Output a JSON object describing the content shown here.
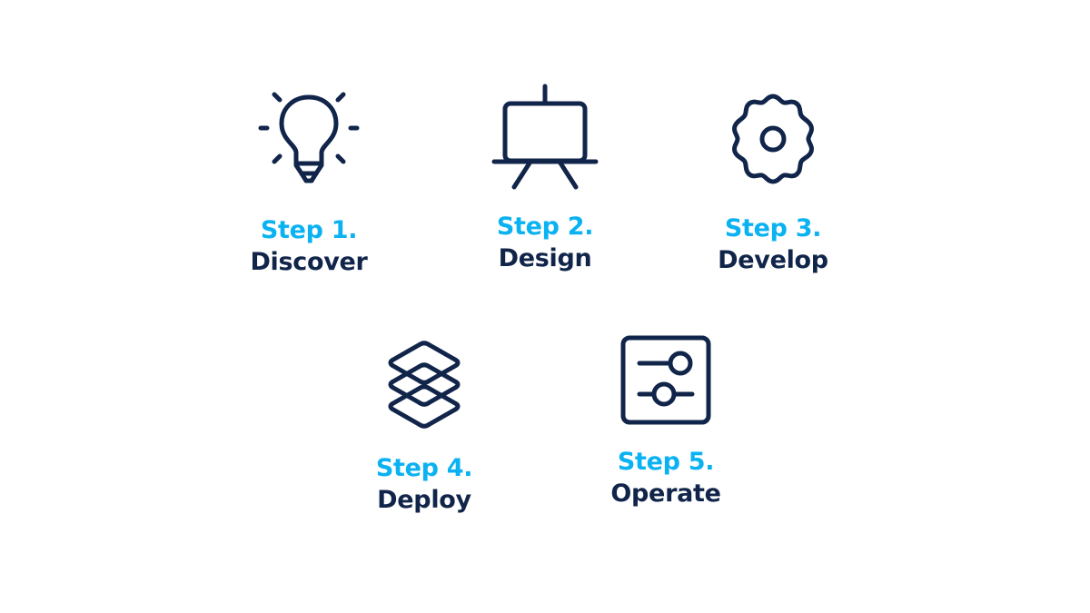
{
  "colors": {
    "step_number": "#0ab2f2",
    "step_name": "#11254a",
    "icon_stroke": "#11254a"
  },
  "steps": [
    {
      "number": "Step 1.",
      "name": "Discover",
      "icon": "lightbulb-icon"
    },
    {
      "number": "Step 2.",
      "name": "Design",
      "icon": "easel-icon"
    },
    {
      "number": "Step 3.",
      "name": "Develop",
      "icon": "gear-icon"
    },
    {
      "number": "Step 4.",
      "name": "Deploy",
      "icon": "layers-icon"
    },
    {
      "number": "Step 5.",
      "name": "Operate",
      "icon": "sliders-icon"
    }
  ]
}
